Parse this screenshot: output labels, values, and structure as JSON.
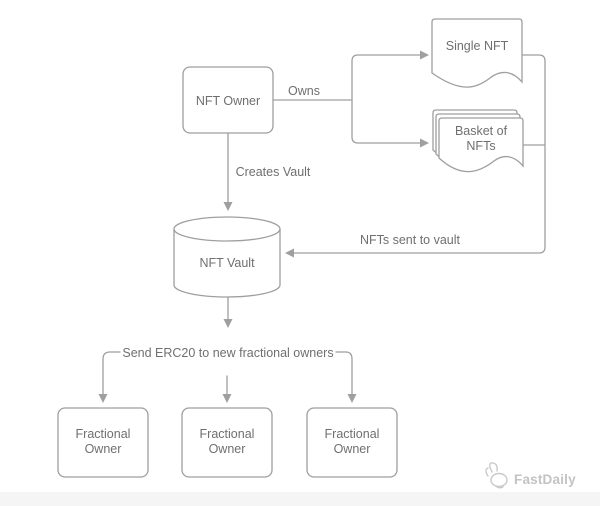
{
  "colors": {
    "line": "#9f9f9f",
    "shape_fill": "#ffffff",
    "label_text": "#6f6f6f",
    "watermark": "#c3c3c3",
    "footer_bar": "#f5f5f5"
  },
  "nodes": {
    "nft_owner": {
      "label": "NFT Owner"
    },
    "single_nft": {
      "label": "Single NFT"
    },
    "basket_of_nfts": {
      "line1": "Basket of",
      "line2": "NFTs"
    },
    "nft_vault": {
      "label": "NFT Vault"
    },
    "fractional_owner_1": {
      "line1": "Fractional",
      "line2": "Owner"
    },
    "fractional_owner_2": {
      "line1": "Fractional",
      "line2": "Owner"
    },
    "fractional_owner_3": {
      "line1": "Fractional",
      "line2": "Owner"
    }
  },
  "edges": {
    "owns": {
      "label": "Owns"
    },
    "creates_vault": {
      "label": "Creates Vault"
    },
    "nfts_sent_to_vault": {
      "label": "NFTs sent to vault"
    },
    "send_erc20": {
      "label": "Send ERC20 to new fractional owners"
    }
  },
  "watermark": {
    "brand": "FastDaily"
  }
}
